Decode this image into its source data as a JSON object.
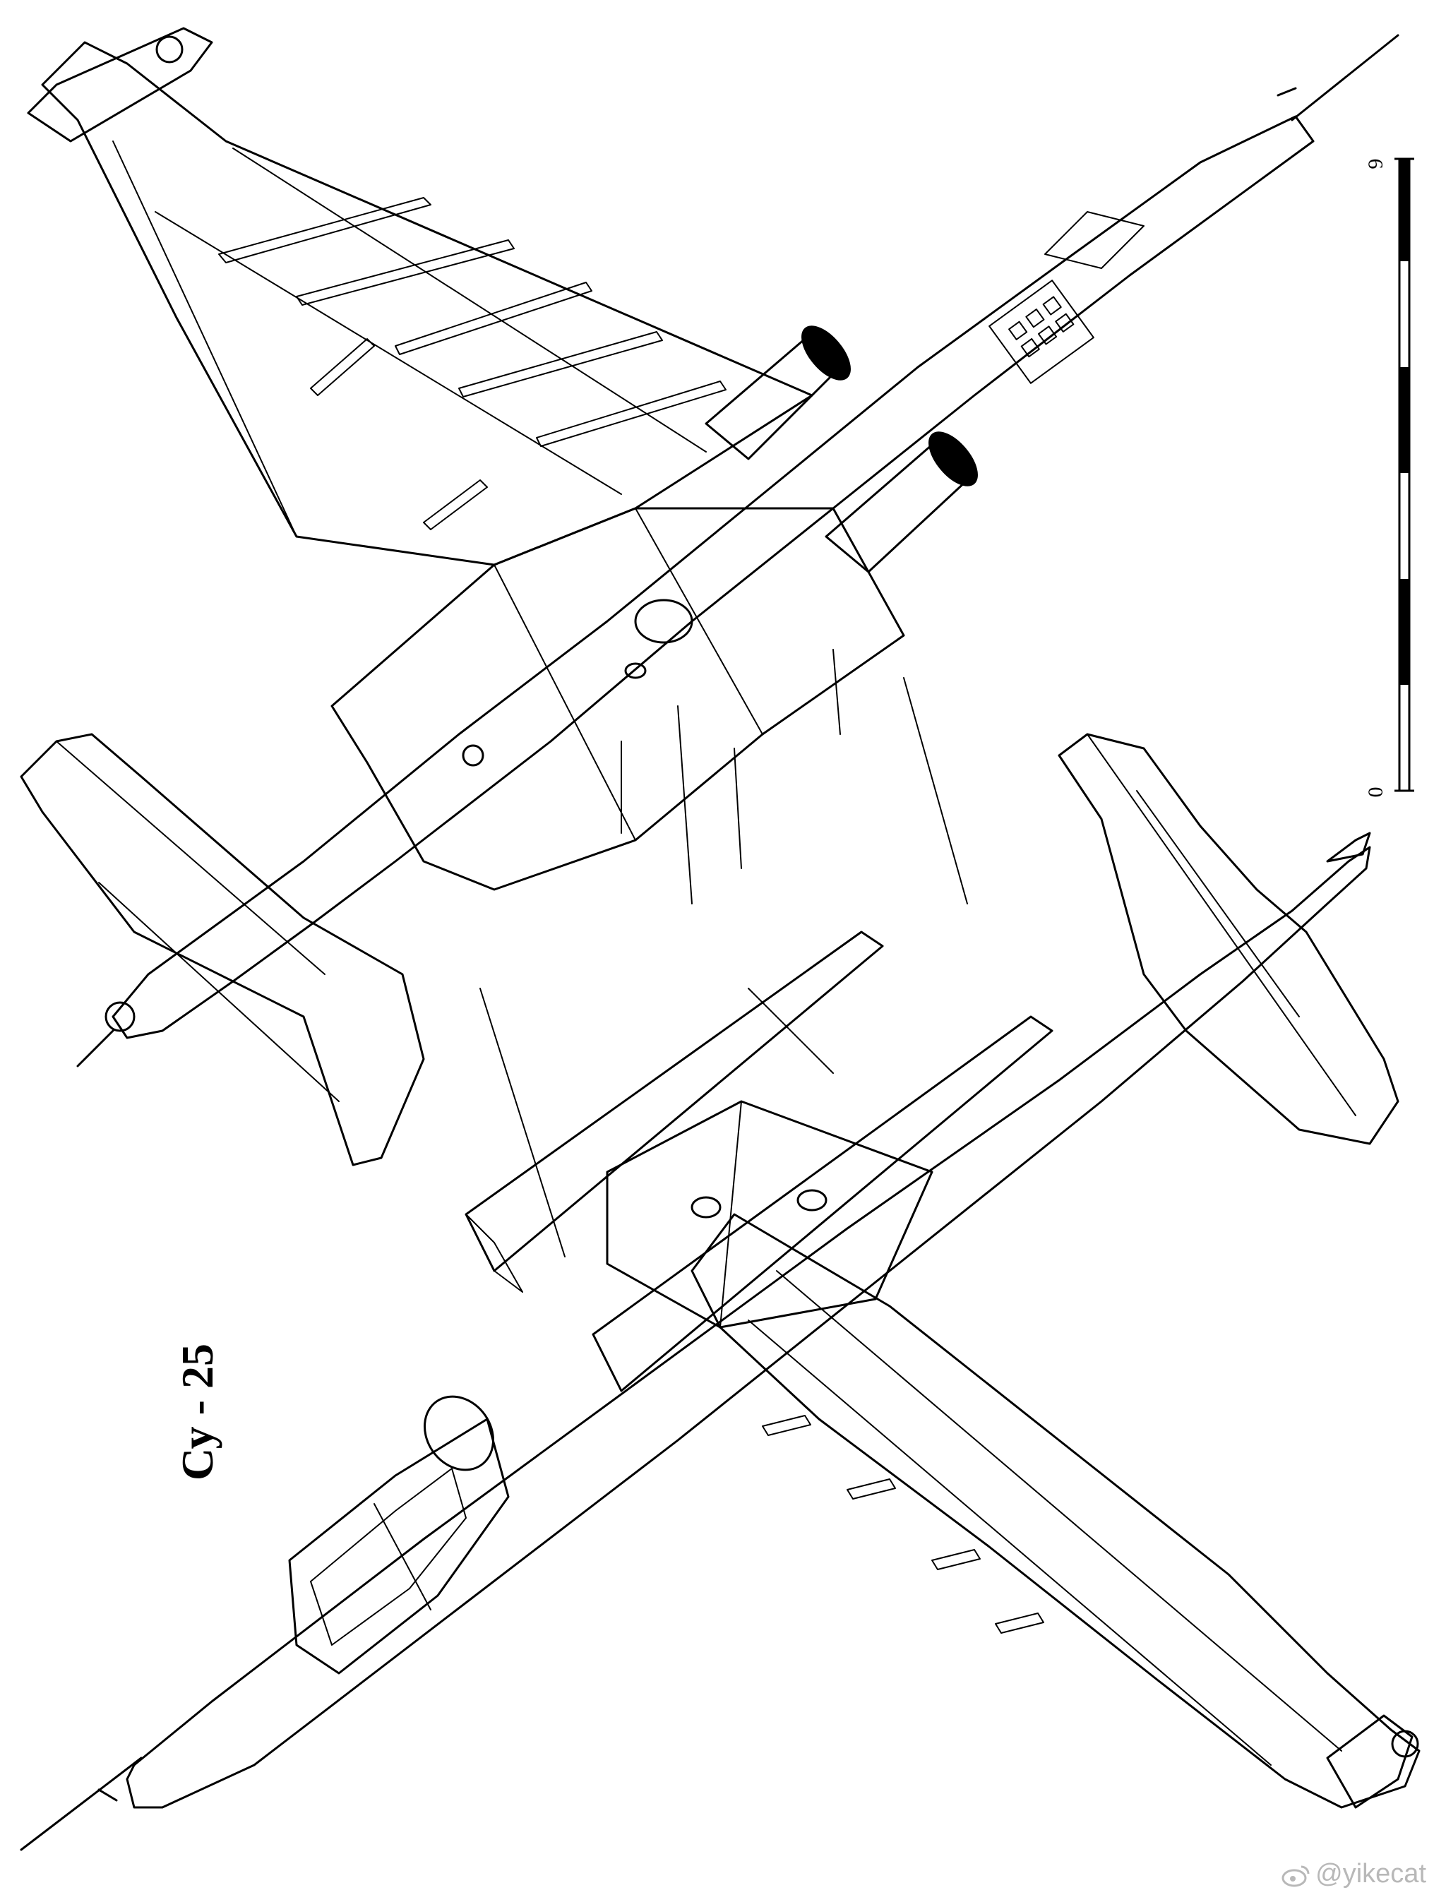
{
  "title": "Су - 25",
  "scale": {
    "min_label": "0",
    "max_label": "6"
  },
  "watermark": "@yikecat"
}
